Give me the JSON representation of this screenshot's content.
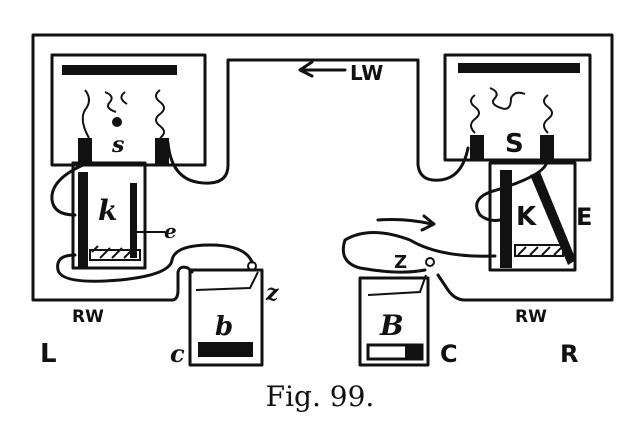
{
  "figure": {
    "caption": "Fig. 99.",
    "labels": {
      "line_wire": "LW",
      "return_wire_left": "RW",
      "return_wire_right": "RW",
      "left_station": "L",
      "right_station": "R",
      "sounder_left": "s",
      "sounder_right": "S",
      "key_left": "k",
      "key_left_lever": "e",
      "key_right": "K",
      "key_right_lever": "E",
      "cell_left": "b",
      "cell_left_plate": "c",
      "cell_left_zinc": "z",
      "cell_right": "B",
      "cell_right_plate": "C",
      "cell_right_zinc": "Z"
    }
  }
}
